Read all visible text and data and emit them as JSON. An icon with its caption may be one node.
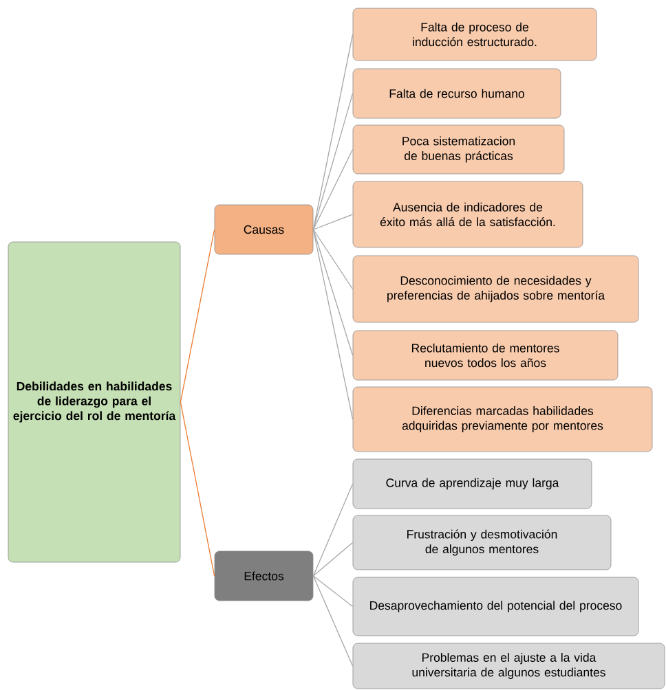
{
  "diagram": {
    "nodes": [
      {
        "text": [
          "Debilidades en habilidades de liderazgo para el ejercicio del rol de mentoría"
        ]
      },
      {
        "text": [
          "Causas"
        ]
      },
      {
        "text": [
          "Falta de proceso de inducción estructurado."
        ]
      },
      {
        "text": [
          "Falta de recurso humano"
        ]
      },
      {
        "text": [
          "Poca sistematizacion de buenas prácticas"
        ]
      },
      {
        "text": [
          "Ausencia de indicadores de éxito más allá de la satisfacción."
        ]
      },
      {
        "text": [
          "Desconocimiento de necesidades y preferencias de ahijados sobre mentoría"
        ]
      },
      {
        "text": [
          "Reclutamiento de mentores nuevos todos los años"
        ]
      },
      {
        "text": [
          "Diferencias marcadas habilidades adquiridas previamente por mentores"
        ]
      },
      {
        "text": [
          "Efectos"
        ]
      },
      {
        "text": [
          "Curva de aprendizaje muy larga"
        ]
      },
      {
        "text": [
          "Frustración y desmotivación de algunos mentores"
        ]
      },
      {
        "text": [
          "Desaprovechamiento del potencial del proceso"
        ]
      },
      {
        "text": [
          "Problemas en el ajuste a la vida universitaria de algunos estudiantes"
        ]
      }
    ],
    "edges": [
      {
        "from": 0,
        "to": 1,
        "arrow": "none",
        "color": "#ed7d31"
      },
      {
        "from": 0,
        "to": 9,
        "arrow": "none",
        "color": "#ed7d31"
      },
      {
        "from": 1,
        "to": 2,
        "arrow": "none"
      },
      {
        "from": 1,
        "to": 3,
        "arrow": "none"
      },
      {
        "from": 1,
        "to": 4,
        "arrow": "none"
      },
      {
        "from": 1,
        "to": 5,
        "arrow": "none"
      },
      {
        "from": 1,
        "to": 6,
        "arrow": "none"
      },
      {
        "from": 1,
        "to": 7,
        "arrow": "none"
      },
      {
        "from": 1,
        "to": 8,
        "arrow": "none"
      },
      {
        "from": 9,
        "to": 10,
        "arrow": "none"
      },
      {
        "from": 9,
        "to": 11,
        "arrow": "none"
      },
      {
        "from": 9,
        "to": 12,
        "arrow": "none"
      },
      {
        "from": 9,
        "to": 13,
        "arrow": "none"
      }
    ]
  }
}
